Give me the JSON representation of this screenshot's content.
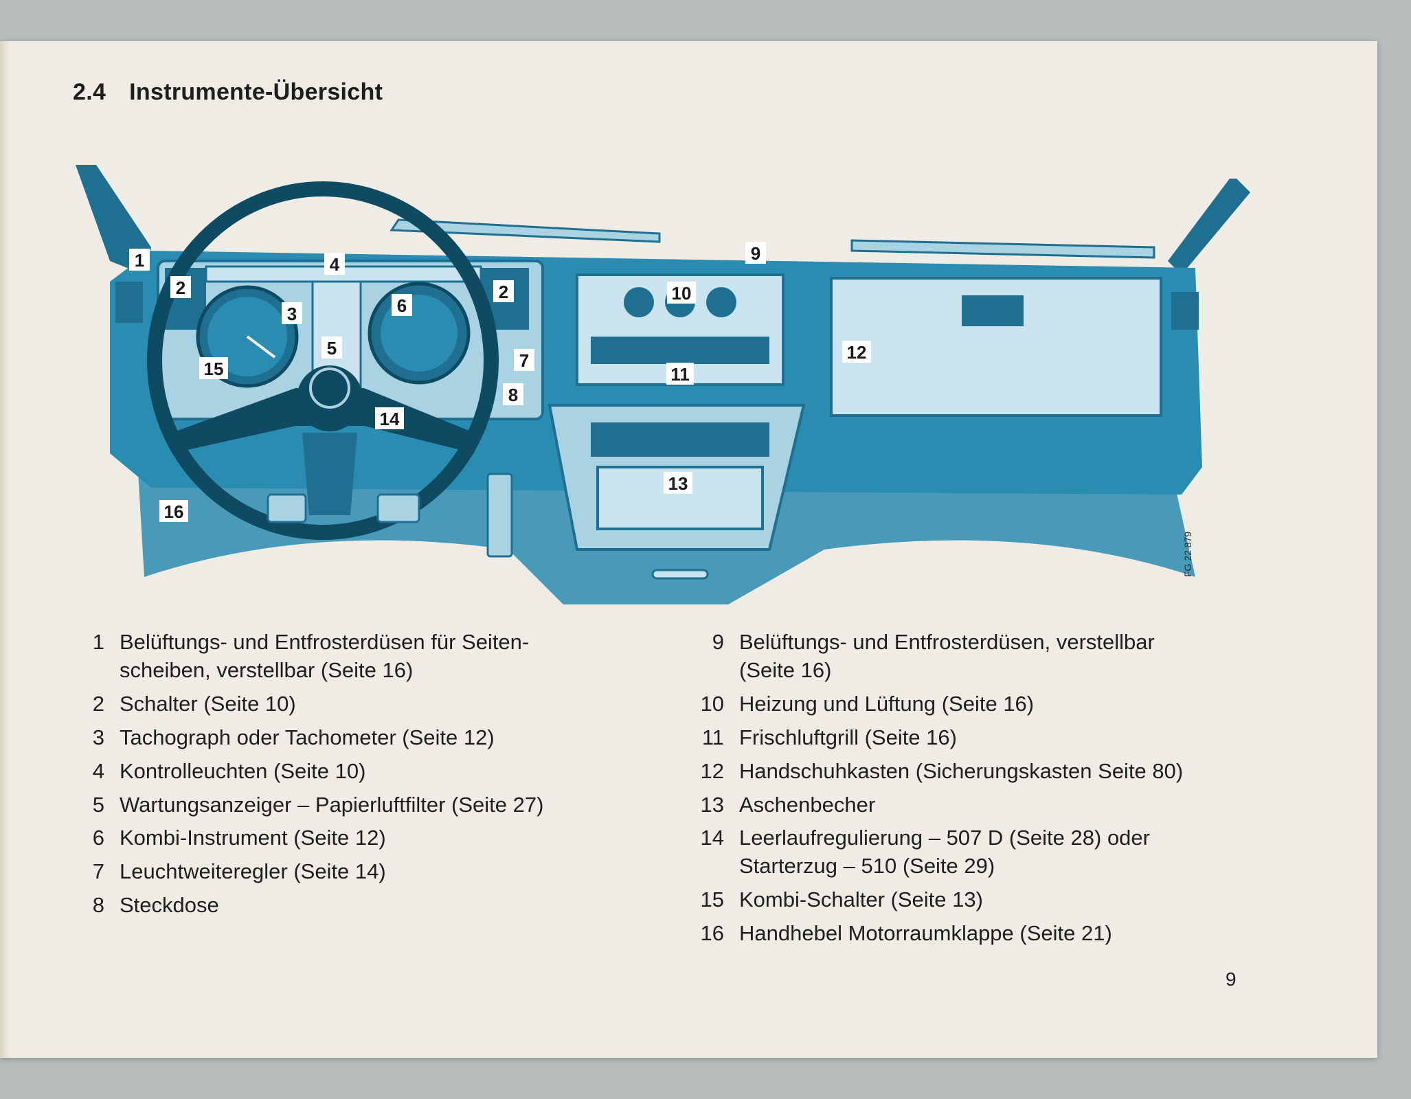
{
  "section": {
    "number": "2.4",
    "title": "Instrumente-Übersicht"
  },
  "figure": {
    "code": "FG 22 879",
    "callouts": {
      "c1": "1",
      "c2a": "2",
      "c2b": "2",
      "c3": "3",
      "c4": "4",
      "c5": "5",
      "c6": "6",
      "c7": "7",
      "c8": "8",
      "c9": "9",
      "c10": "10",
      "c11": "11",
      "c12": "12",
      "c13": "13",
      "c14": "14",
      "c15": "15",
      "c16": "16"
    },
    "colors": {
      "ink": "#2a8cb0",
      "dark": "#1f6f91",
      "light": "#a9d3e2",
      "paper": "#eeece4"
    }
  },
  "legend_left": [
    {
      "num": "1",
      "text": "Belüftungs- und Entfrosterdüsen für Seiten-\nscheiben, verstellbar (Seite 16)"
    },
    {
      "num": "2",
      "text": "Schalter (Seite 10)"
    },
    {
      "num": "3",
      "text": "Tachograph oder Tachometer (Seite 12)"
    },
    {
      "num": "4",
      "text": "Kontrolleuchten (Seite 10)"
    },
    {
      "num": "5",
      "text": "Wartungsanzeiger – Papierluftfilter (Seite 27)"
    },
    {
      "num": "6",
      "text": "Kombi-Instrument (Seite 12)"
    },
    {
      "num": "7",
      "text": "Leuchtweiteregler (Seite 14)"
    },
    {
      "num": "8",
      "text": "Steckdose"
    }
  ],
  "legend_right": [
    {
      "num": "9",
      "text": "Belüftungs- und Entfrosterdüsen, verstellbar\n(Seite 16)"
    },
    {
      "num": "10",
      "text": "Heizung und Lüftung (Seite 16)"
    },
    {
      "num": "11",
      "text": "Frischluftgrill (Seite 16)"
    },
    {
      "num": "12",
      "text": "Handschuhkasten (Sicherungskasten Seite 80)"
    },
    {
      "num": "13",
      "text": "Aschenbecher"
    },
    {
      "num": "14",
      "text": "Leerlaufregulierung – 507 D (Seite 28) oder\nStarterzug – 510 (Seite 29)"
    },
    {
      "num": "15",
      "text": "Kombi-Schalter (Seite 13)"
    },
    {
      "num": "16",
      "text": "Handhebel Motorraumklappe (Seite 21)"
    }
  ],
  "page_number": "9"
}
